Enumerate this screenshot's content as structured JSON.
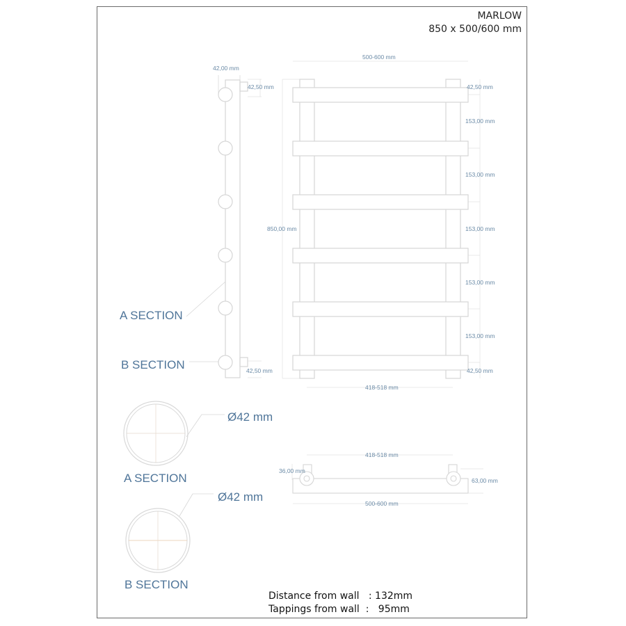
{
  "title": {
    "model": "MARLOW",
    "size": "850 x 500/600 mm"
  },
  "side_view": {
    "width_label": "42,00 mm",
    "top_offset_label": "42,50 mm",
    "bottom_offset_label": "42,50 mm",
    "section_a_label": "A SECTION",
    "section_b_label": "B SECTION"
  },
  "front_view": {
    "overall_width_label": "500-600 mm",
    "height_label": "850,00 mm",
    "top_offset_label": "42,50 mm",
    "bottom_offset_label": "42,50 mm",
    "spacing_labels": [
      "153,00 mm",
      "153,00 mm",
      "153,00 mm",
      "153,00 mm",
      "153,00 mm"
    ],
    "centers_label": "418-518 mm"
  },
  "sections": {
    "a": {
      "diameter_label": "Ø42 mm",
      "name": "A SECTION"
    },
    "b": {
      "diameter_label": "Ø42 mm",
      "name": "B SECTION"
    }
  },
  "top_view": {
    "centers_label": "418-518 mm",
    "depth_label": "36,00 mm",
    "height_label": "63,00 mm",
    "width_label": "500-600 mm"
  },
  "footer": {
    "distance_label": "Distance from wall",
    "distance_value": ": 132mm",
    "tappings_label": "Tappings from wall",
    "tappings_value": ":   95mm"
  },
  "colors": {
    "line": "#d9d9d9",
    "dimension_text": "#6a8aa6",
    "section_text": "#4f7599",
    "frame": "#6a6a6a",
    "center_line": "#e9c9a8"
  }
}
